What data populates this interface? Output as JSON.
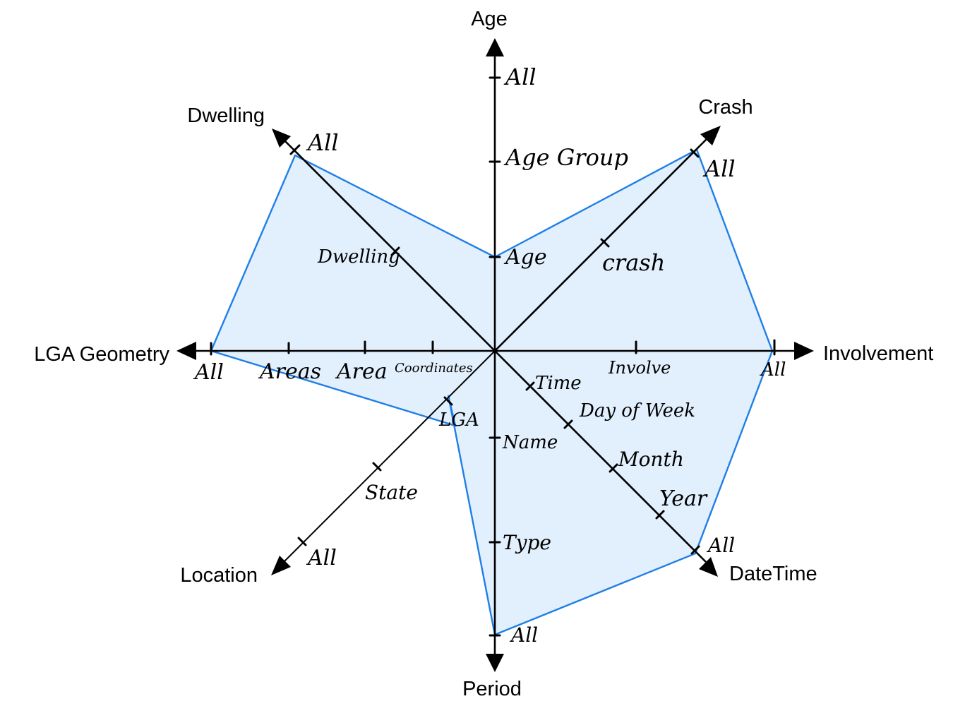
{
  "colors": {
    "polygon_stroke": "#1f7fe6",
    "polygon_fill": "#e2effc",
    "axis": "#000000"
  },
  "dimensions": [
    {
      "id": "age",
      "name": "Age",
      "levels": [
        "Age",
        "Age Group",
        "All"
      ],
      "selected_level": "Age"
    },
    {
      "id": "crash",
      "name": "Crash",
      "levels": [
        "crash",
        "All"
      ],
      "selected_level": "All"
    },
    {
      "id": "involvement",
      "name": "Involvement",
      "levels": [
        "Involve",
        "All"
      ],
      "selected_level": "All"
    },
    {
      "id": "datetime",
      "name": "DateTime",
      "levels": [
        "Time",
        "Day of Week",
        "Month",
        "Year",
        "All"
      ],
      "selected_level": "All"
    },
    {
      "id": "period",
      "name": "Period",
      "levels": [
        "Name",
        "Type",
        "All"
      ],
      "selected_level": "All"
    },
    {
      "id": "location",
      "name": "Location",
      "levels": [
        "LGA",
        "State",
        "All"
      ],
      "selected_level": "LGA"
    },
    {
      "id": "lga_geometry",
      "name": "LGA Geometry",
      "levels": [
        "Coordinates",
        "Area",
        "Areas",
        "All"
      ],
      "selected_level": "All"
    },
    {
      "id": "dwelling",
      "name": "Dwelling",
      "levels": [
        "Dwelling",
        "All"
      ],
      "selected_level": "All"
    }
  ]
}
